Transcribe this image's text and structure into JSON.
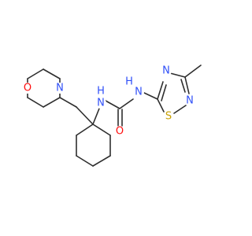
{
  "molecule": {
    "atoms": {
      "morpholine_o": {
        "text": "O",
        "color": "#ff0d0d"
      },
      "morpholine_n": {
        "text": "N",
        "color": "#3050f8"
      },
      "urea_nh_left": {
        "text": "N",
        "color": "#3050f8"
      },
      "urea_h_left": {
        "text": "H",
        "color": "#3050f8"
      },
      "urea_o": {
        "text": "O",
        "color": "#ff0d0d"
      },
      "urea_nh_right": {
        "text": "N",
        "color": "#3050f8"
      },
      "urea_h_right": {
        "text": "H",
        "color": "#3050f8"
      },
      "thiadiazole_n4": {
        "text": "N",
        "color": "#3050f8"
      },
      "thiadiazole_n2": {
        "text": "N",
        "color": "#3050f8"
      },
      "thiadiazole_s": {
        "text": "S",
        "color": "#c8a000"
      }
    },
    "colors": {
      "bond": "#2e2e2e",
      "background": "#ffffff"
    }
  }
}
